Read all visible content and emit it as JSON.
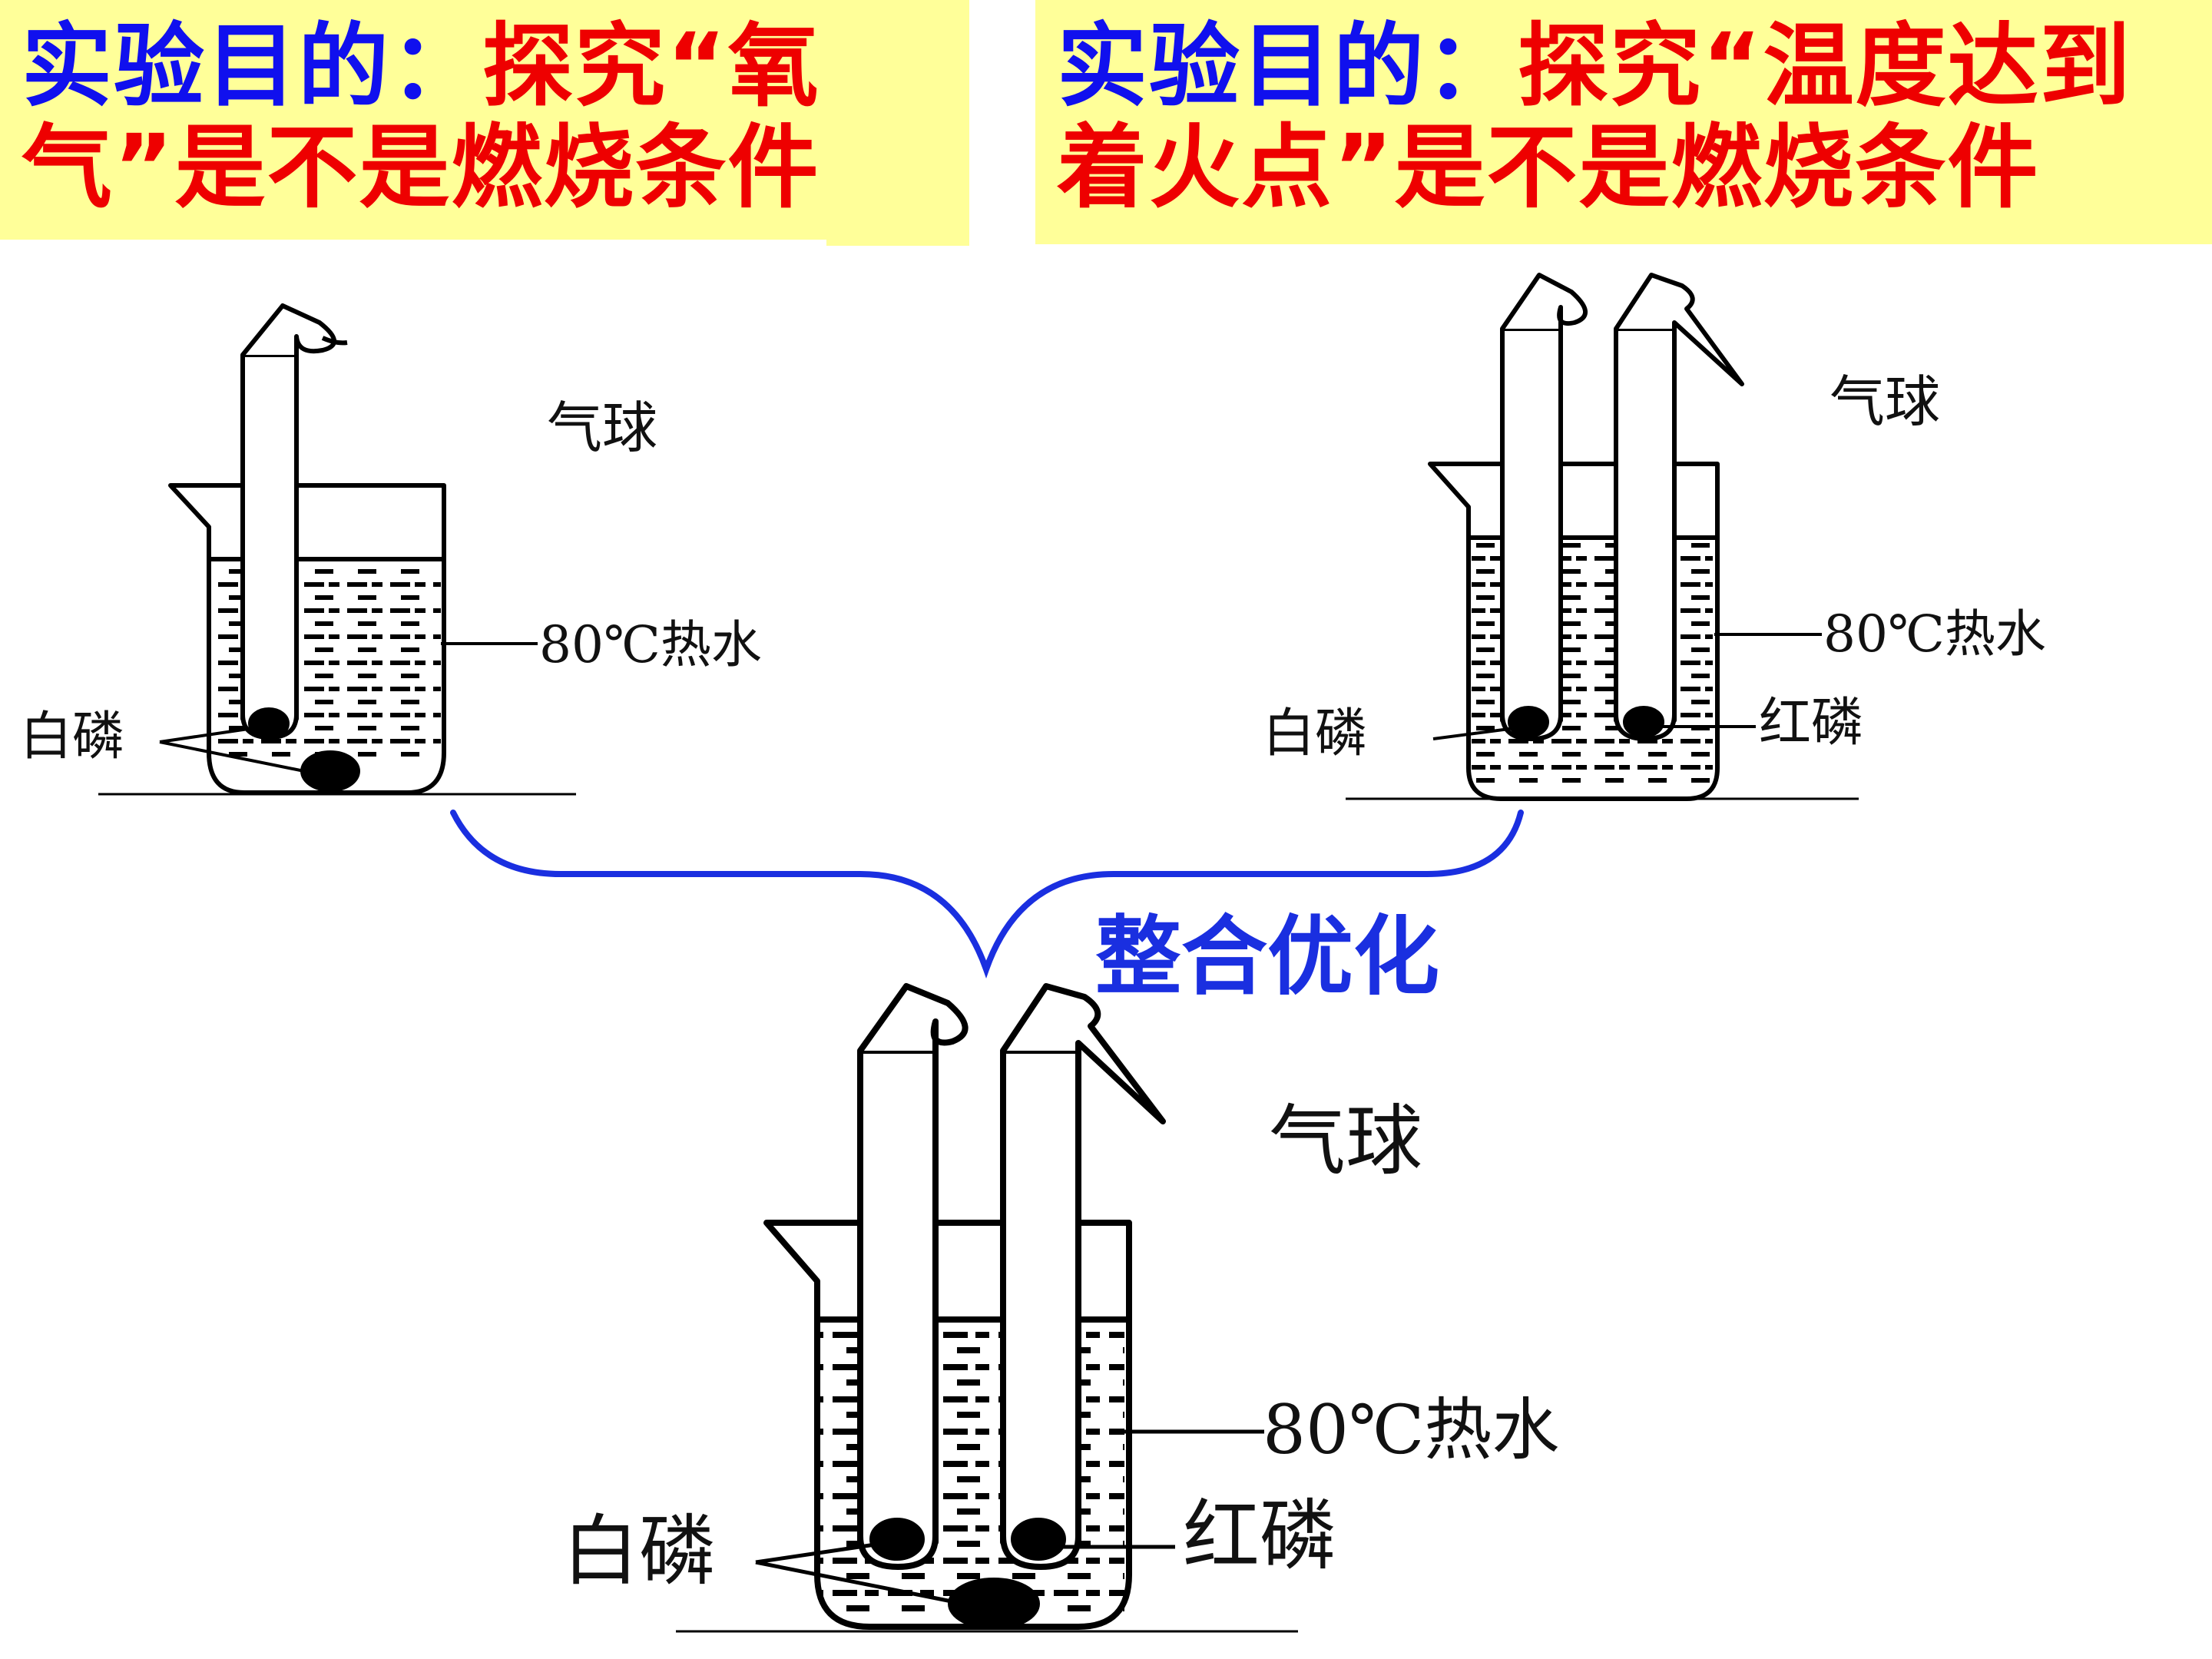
{
  "banners": {
    "left": {
      "prefix": "实验目的：",
      "line1_rest": "探究“氧",
      "line2": "气”是不是燃烧条件"
    },
    "right": {
      "prefix": "实验目的：",
      "line1_rest": "探究“温度达到",
      "line2": "着火点”是不是燃烧条件"
    }
  },
  "labels": {
    "balloon": "气球",
    "hot_water": "80℃热水",
    "white_phosphorus": "白磷",
    "red_phosphorus": "红磷",
    "merge": "整合优化"
  },
  "colors": {
    "banner_bg": "#ffff99",
    "title_blue": "#1010ee",
    "title_red": "#ee0000",
    "brace_blue": "#1a2fe0",
    "line": "#000000"
  }
}
